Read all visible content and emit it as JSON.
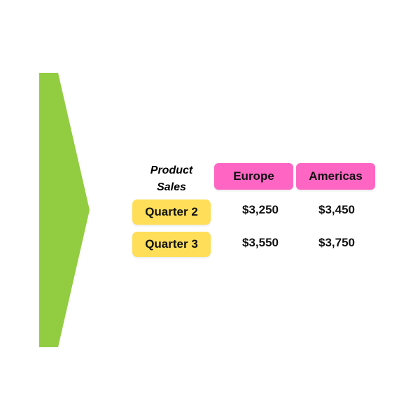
{
  "colors": {
    "arrow": "#92cd41",
    "column_header": "#ff66c4",
    "row_header": "#ffde59",
    "background": "#ffffff",
    "text": "#111111"
  },
  "table": {
    "title_line1": "Product",
    "title_line2": "Sales"
  },
  "chart_data": {
    "type": "table",
    "title": "Product Sales",
    "columns": [
      "Europe",
      "Americas"
    ],
    "rows": [
      {
        "label": "Quarter 2",
        "values": [
          "$3,250",
          "$3,450"
        ]
      },
      {
        "label": "Quarter 3",
        "values": [
          "$3,550",
          "$3,750"
        ]
      }
    ]
  }
}
